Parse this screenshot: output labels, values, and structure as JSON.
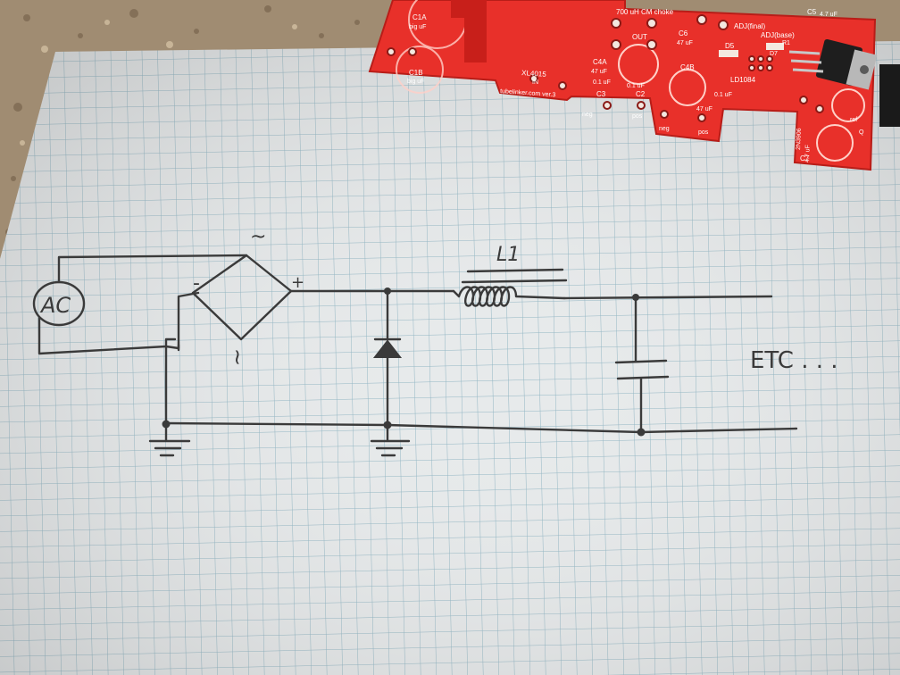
{
  "schematic": {
    "source_label": "AC",
    "bridge": {
      "ac_top": "~",
      "ac_bottom": "~",
      "minus": "-",
      "plus": "+"
    },
    "inductor_label": "L1",
    "continuation_text": "ETC . . ."
  },
  "pcb": {
    "board_credit": "tubelinker.com ver.3",
    "labels": {
      "c1a": "C1A",
      "c1b": "C1B",
      "big_uf_1": "big uF",
      "big_uf_2": "big uF",
      "xl4015": "XL4015",
      "in": "IN",
      "choke": "700 uH CM choke",
      "out": "OUT",
      "c4a": "C4A",
      "c4a_val": "47 uF",
      "c4b": "C4B",
      "c4b_val": "47 uF",
      "c3": "C3",
      "c2": "C2",
      "c3_val": "0.1 uF",
      "c2_val": "0.1 uF",
      "neg_1": "neg",
      "pos_1": "pos",
      "neg_2": "neg",
      "pos_2": "pos",
      "c6": "C6",
      "c6_val": "47 uF",
      "c5": "C5",
      "c5_val": "4.7 uF",
      "adj_final": "ADJ(final)",
      "adj_base": "ADJ(base)",
      "d5": "D5",
      "d7": "D7",
      "r1": "R1",
      "ld1084": "LD1084",
      "ref": "ref",
      "q": "Q",
      "c7": "C7",
      "c7_val": "2N3906",
      "c7_uf": "4.7 uF",
      "c8_val": "0.1 uF"
    }
  },
  "colors": {
    "paper": "#e6e9ea",
    "grid": "#8fb4c2",
    "ink": "#3a3a3a",
    "pcb": "#e8302a",
    "counter": "#9a8a74"
  },
  "icons": {
    "transistor": "to220-regulator-icon"
  }
}
